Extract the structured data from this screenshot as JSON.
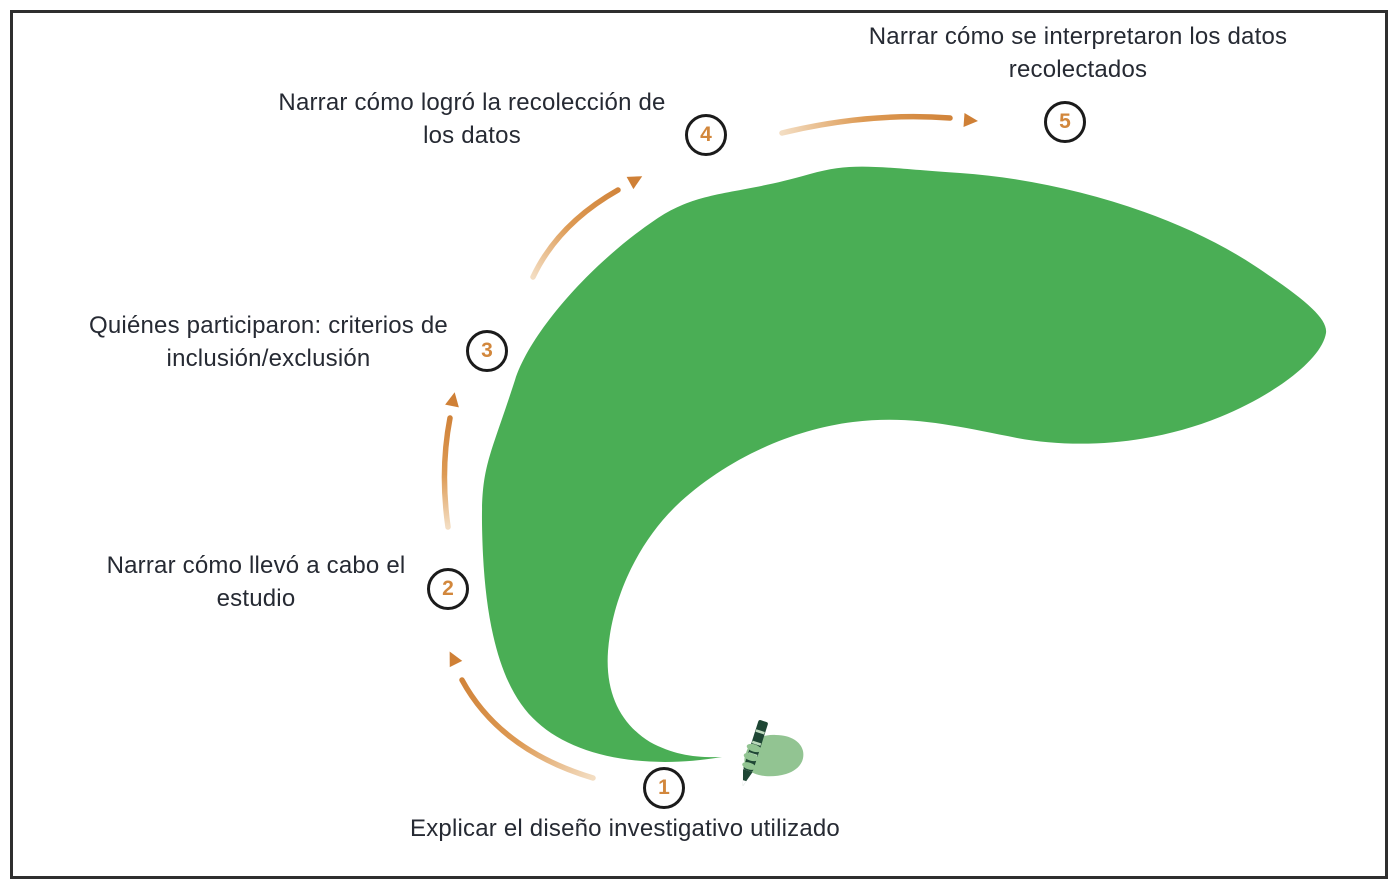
{
  "figure": {
    "type": "process-flow-diagram",
    "language": "es",
    "steps": [
      {
        "number": "1",
        "label": "Explicar el diseño investigativo utilizado"
      },
      {
        "number": "2",
        "label": "Narrar cómo llevó a cabo el estudio"
      },
      {
        "number": "3",
        "label": "Quiénes participaron: criterios de inclusión/exclusión"
      },
      {
        "number": "4",
        "label": "Narrar cómo logró la recolección de los datos"
      },
      {
        "number": "5",
        "label": "Narrar cómo se interpretaron los datos recolectados"
      }
    ],
    "icons": [
      {
        "name": "hand-writing-icon"
      }
    ],
    "colors": {
      "swoosh_green": "#4aae55",
      "hand_green": "#92c492",
      "pencil_dark_green": "#1e4634",
      "arrow_orange": "#cf8036",
      "number_orange": "#d2873c",
      "circle_stroke": "#1b1b1b",
      "text": "#262a33",
      "border": "#2f2f2f"
    }
  }
}
